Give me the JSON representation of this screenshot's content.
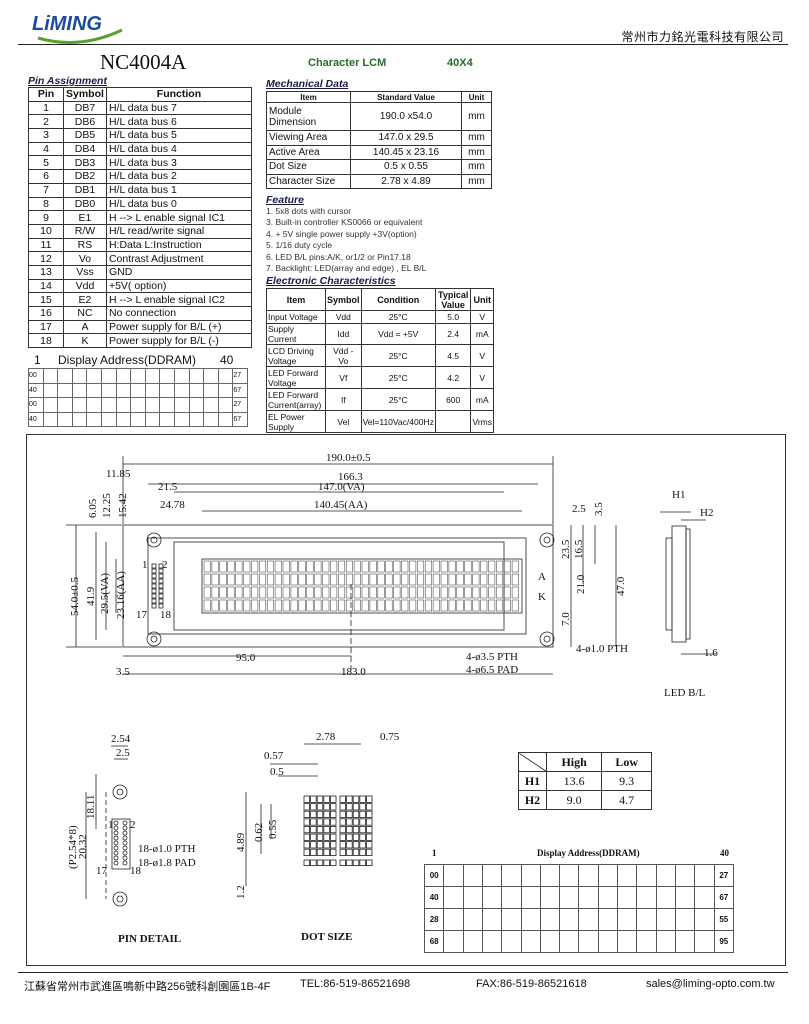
{
  "header": {
    "brand": "LiMING",
    "company": "常州市力銘光電科技有限公司",
    "model": "NC4004A",
    "type": "Character LCM",
    "format": "40X4"
  },
  "pin_assignment": {
    "title": "Pin Assignment",
    "headers": [
      "Pin",
      "Symbol",
      "Function"
    ],
    "rows": [
      [
        "1",
        "DB7",
        "H/L data bus 7"
      ],
      [
        "2",
        "DB6",
        "H/L data bus 6"
      ],
      [
        "3",
        "DB5",
        "H/L data bus 5"
      ],
      [
        "4",
        "DB4",
        "H/L data bus 4"
      ],
      [
        "5",
        "DB3",
        "H/L data bus 3"
      ],
      [
        "6",
        "DB2",
        "H/L data bus 2"
      ],
      [
        "7",
        "DB1",
        "H/L data bus 1"
      ],
      [
        "8",
        "DB0",
        "H/L data bus 0"
      ],
      [
        "9",
        "E1",
        "H --> L enable signal  IC1"
      ],
      [
        "10",
        "R/W",
        "H/L read/write signal"
      ],
      [
        "11",
        "RS",
        "H:Data L:Instruction"
      ],
      [
        "12",
        "Vo",
        "Contrast Adjustment"
      ],
      [
        "13",
        "Vss",
        "GND"
      ],
      [
        "14",
        "Vdd",
        "+5V( option)"
      ],
      [
        "15",
        "E2",
        "H --> L enable signal  IC2"
      ],
      [
        "16",
        "NC",
        "No connection"
      ],
      [
        "17",
        "A",
        "Power supply for B/L (+)"
      ],
      [
        "18",
        "K",
        "Power supply for B/L (-)"
      ]
    ]
  },
  "ddram_small": {
    "start": "1",
    "title": "Display Address(DDRAM)",
    "end": "40",
    "left": [
      "00",
      "40",
      "00",
      "40"
    ],
    "right": [
      "27",
      "67",
      "27",
      "67"
    ]
  },
  "mechanical": {
    "title": "Mechanical Data",
    "headers": [
      "Item",
      "Standard Value",
      "Unit"
    ],
    "rows": [
      [
        "Module Dimension",
        "190.0 x54.0",
        "mm"
      ],
      [
        "Viewing Area",
        "147.0 x 29.5",
        "mm"
      ],
      [
        "Active  Area",
        "140.45 x 23.16",
        "mm"
      ],
      [
        "Dot Size",
        "0.5 x 0.55",
        "mm"
      ],
      [
        "Character Size",
        "2.78 x 4.89",
        "mm"
      ]
    ]
  },
  "feature": {
    "title": "Feature",
    "items": [
      "1. 5x8 dots with cursor",
      "3. Built-in controller KS0066 or equivalent",
      "4. + 5V single power supply  +3V(option)",
      "5. 1/16 duty cycle",
      "6. LED B/L pins:A/K, or1/2 or Pin17.18",
      "7. Backlight: LED(array and edge) , EL B/L"
    ]
  },
  "electronic": {
    "title": "Electronic Characteristics",
    "headers": [
      "Item",
      "Symbol",
      "Condition",
      "Typical Value",
      "Unit"
    ],
    "rows": [
      [
        "Input Voltage",
        "Vdd",
        "25°C",
        "5.0",
        "V"
      ],
      [
        "Supply Current",
        "Idd",
        "Vdd = +5V",
        "2.4",
        "mA"
      ],
      [
        "LCD Driving Voltage",
        "Vdd - Vo",
        "25°C",
        "4.5",
        "V"
      ],
      [
        "LED Forward Voltage",
        "Vf",
        "25°C",
        "4.2",
        "V"
      ],
      [
        "LED Forward Current(array)",
        "If",
        "25°C",
        "600",
        "mA"
      ],
      [
        "EL Power Supply",
        "Vel",
        "Vel=110Vac/400Hz",
        "",
        "Vrms"
      ]
    ]
  },
  "drawing": {
    "dims": {
      "total_w": "190.0±0.5",
      "d166": "166.3",
      "va_w": "147.0(VA)",
      "aa_w": "140.45(AA)",
      "d21_5": "21.5",
      "d24_78": "24.78",
      "d11_85": "11.85",
      "d6_05": "6.05",
      "d12_25": "12.25",
      "d15_42": "15.42",
      "h54": "54.0±0.5",
      "h41_9": "41.9",
      "va_h": "29.5(VA)",
      "aa_h": "23.16(AA)",
      "d2_5": "2.5",
      "d3_5": "3.5",
      "d23_5": "23.5",
      "d16_5": "16.5",
      "d21_0": "21.0",
      "d47_0": "47.0",
      "d7_0": "7.0",
      "d95": "95.0",
      "d183": "183.0",
      "d3_5b": "3.5",
      "pth": "4-ø3.5 PTH",
      "pad": "4-ø6.5 PAD",
      "pth1": "4-ø1.0 PTH",
      "h1": "H1",
      "h2": "H2",
      "d1_6": "1.6",
      "led": "LED B/L",
      "pinA": "A",
      "pinK": "K",
      "p1": "1",
      "p2": "2",
      "p17": "17",
      "p18": "18"
    },
    "pin_detail": {
      "d2_54": "2.54",
      "d2_5": "2.5",
      "d18_11": "18.11",
      "d20_32": "20.32",
      "pitch": "(P2.54*8)",
      "pth": "18-ø1.0 PTH",
      "pad": "18-ø1.8 PAD",
      "n1": "1",
      "n2": "2",
      "n17": "17",
      "n18": "18",
      "label": "PIN DETAIL"
    },
    "dot_size": {
      "d2_78": "2.78",
      "d0_75": "0.75",
      "d0_57": "0.57",
      "d0_5": "0.5",
      "d4_89": "4.89",
      "d0_62": "0.62",
      "d0_55": "0.55",
      "d1_2": "1.2",
      "label": "DOT SIZE"
    }
  },
  "hl_table": {
    "headers": [
      "",
      "High",
      "Low"
    ],
    "rows": [
      [
        "H1",
        "13.6",
        "9.3"
      ],
      [
        "H2",
        "9.0",
        "4.7"
      ]
    ]
  },
  "ddram_large": {
    "start": "1",
    "title": "Display Address(DDRAM)",
    "end": "40",
    "left": [
      "00",
      "40",
      "28",
      "68"
    ],
    "right": [
      "27",
      "67",
      "55",
      "95"
    ]
  },
  "footer": {
    "address": "江蘇省常州市武進區鳴新中路256號科創園區1B-4F",
    "tel": "TEL:86-519-86521698",
    "fax": "FAX:86-519-86521618",
    "email": "sales@liming-opto.com.tw"
  }
}
